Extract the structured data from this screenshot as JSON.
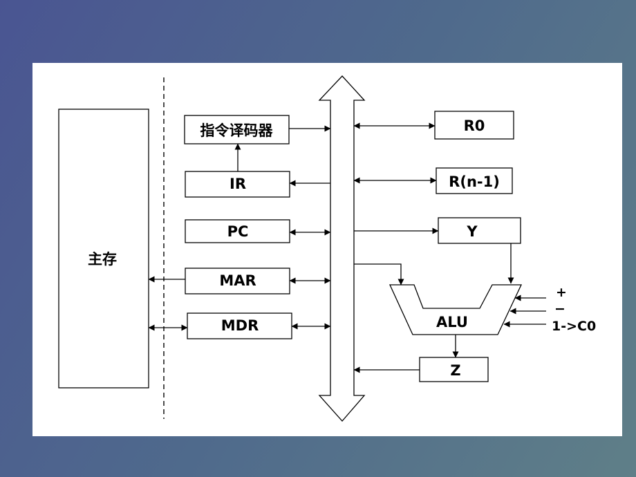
{
  "memory_label": "主存",
  "registers": {
    "decoder": "指令译码器",
    "ir": "IR",
    "pc": "PC",
    "mar": "MAR",
    "mdr": "MDR",
    "r0": "R0",
    "rn1": "R(n-1)",
    "y": "Y",
    "alu": "ALU",
    "z": "Z"
  },
  "alu_signals": {
    "plus": "+",
    "minus": "−",
    "carry": "1->C0"
  }
}
